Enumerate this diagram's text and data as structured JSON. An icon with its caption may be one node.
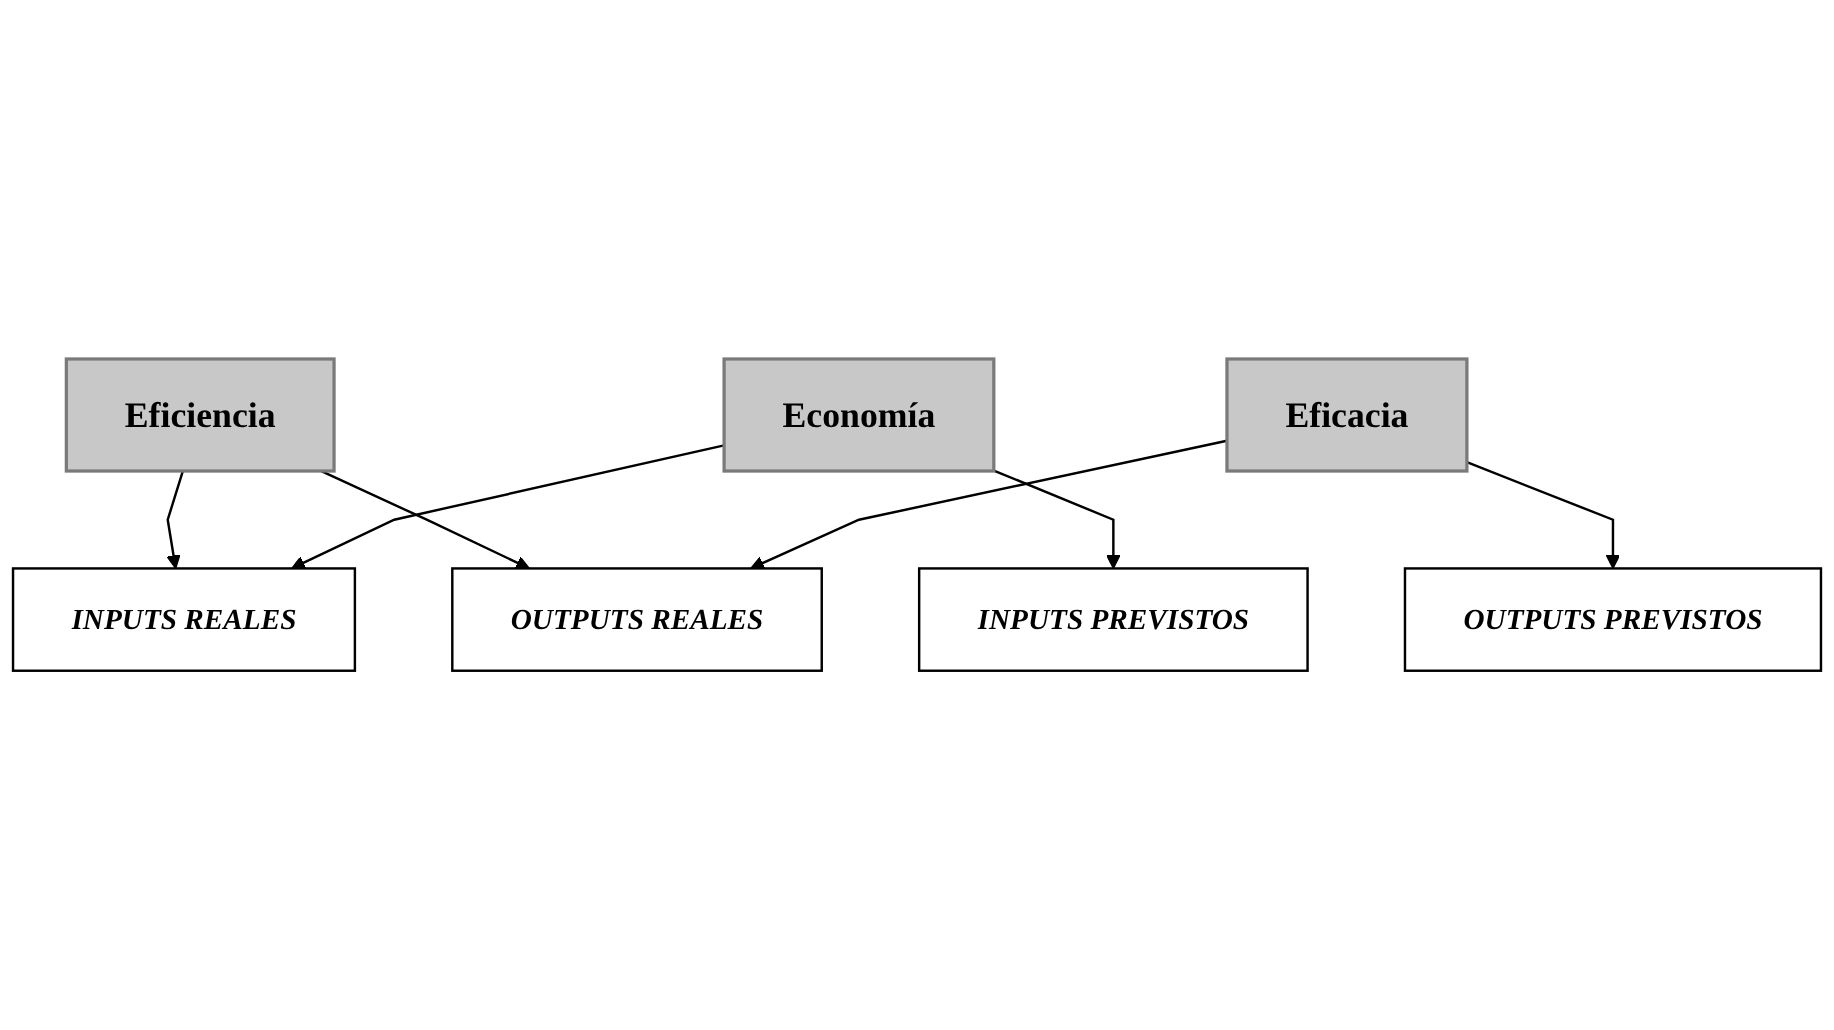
{
  "diagram": {
    "nodes": [
      {
        "text": [
          "Eficiencia"
        ]
      },
      {
        "text": [
          "INPUTS REALES"
        ]
      },
      {
        "text": [
          "OUTPUTS REALES"
        ]
      },
      {
        "text": [
          "Economía"
        ]
      },
      {
        "text": [
          "Eficacia"
        ]
      },
      {
        "text": [
          "INPUTS PREVISTOS"
        ]
      },
      {
        "text": [
          "OUTPUTS PREVISTOS"
        ]
      }
    ],
    "edges": [
      {
        "from": 0,
        "to": 1,
        "arrow": "to"
      },
      {
        "from": 0,
        "to": 2,
        "arrow": "to"
      },
      {
        "from": 3,
        "to": 1,
        "arrow": "to"
      },
      {
        "from": 3,
        "to": 5,
        "arrow": "to"
      },
      {
        "from": 4,
        "to": 2,
        "arrow": "to"
      },
      {
        "from": 4,
        "to": 6,
        "arrow": "to"
      }
    ]
  }
}
